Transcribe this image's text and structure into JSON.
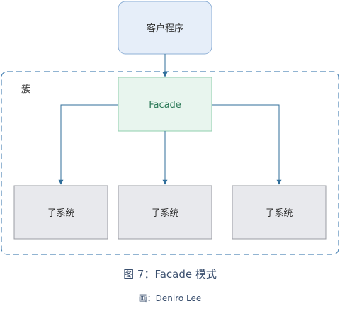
{
  "diagram": {
    "client": {
      "label": "客户程序"
    },
    "cluster": {
      "label": "簇"
    },
    "facade": {
      "label": "Facade"
    },
    "subsystems": [
      {
        "label": "子系统"
      },
      {
        "label": "子系统"
      },
      {
        "label": "子系统"
      }
    ]
  },
  "caption": {
    "title": "图 7：Facade 模式",
    "credit": "画：Deniro Lee"
  },
  "colors": {
    "client_fill": "#e6eef9",
    "client_stroke": "#8fb0d6",
    "cluster_stroke": "#4f86b6",
    "facade_fill": "#e8f5ee",
    "facade_stroke": "#8fcfae",
    "facade_text": "#2d7a58",
    "subsystem_fill": "#e8e9ed",
    "subsystem_stroke": "#9a9ca3",
    "arrow": "#2f6e9a",
    "text": "#333333"
  }
}
